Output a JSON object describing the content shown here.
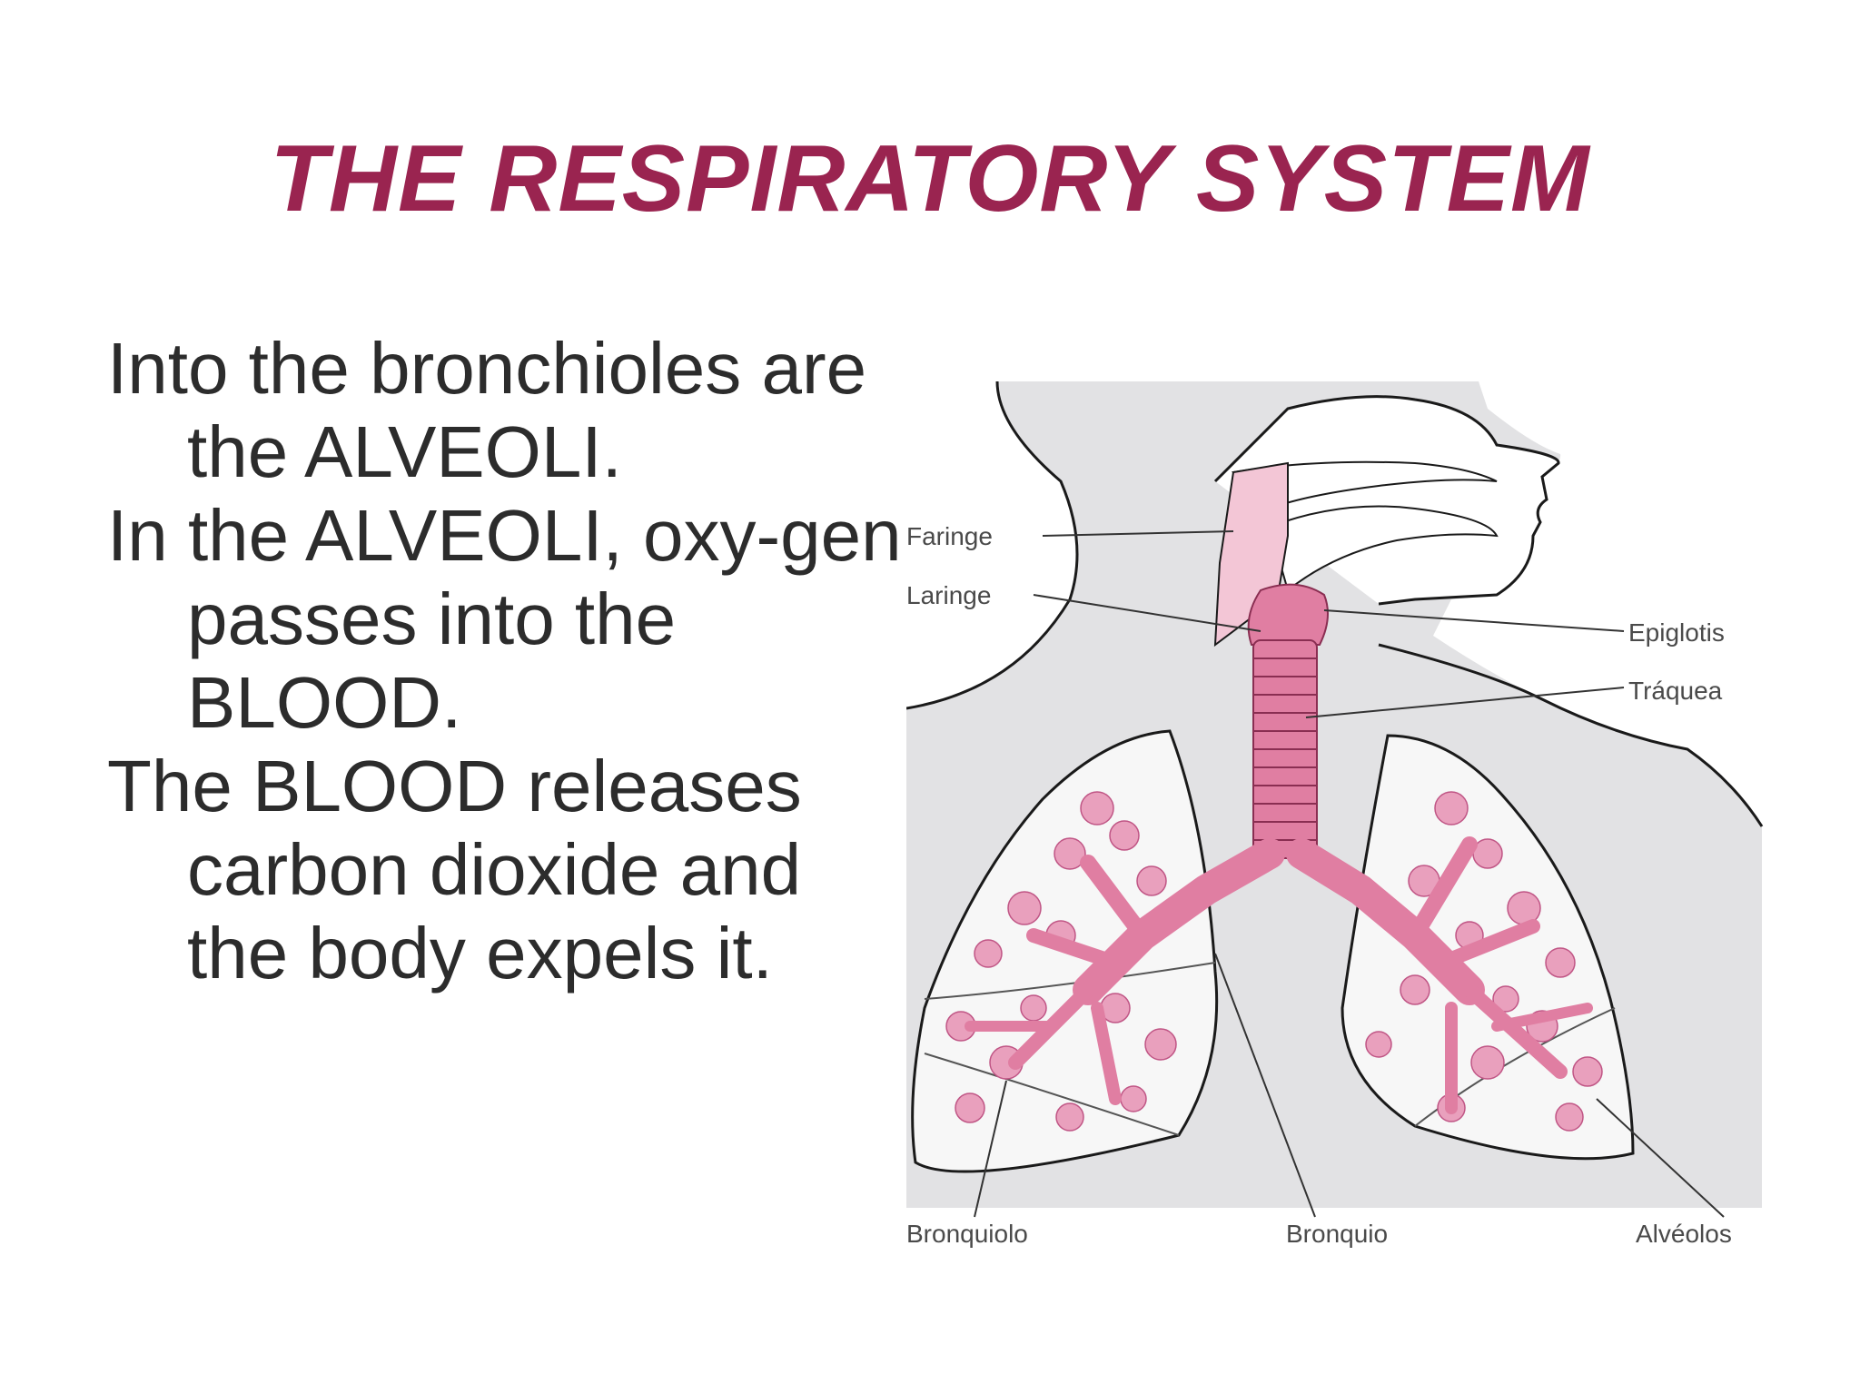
{
  "slide": {
    "title": "THE RESPIRATORY SYSTEM",
    "bullets": [
      "Into the bronchioles are the ALVEOLI.",
      "In the ALVEOLI, oxy-gen passes into the BLOOD.",
      "The BLOOD releases carbon dioxide  and the body expels it."
    ]
  },
  "diagram": {
    "labels": {
      "faringe": "Faringe",
      "laringe": "Laringe",
      "epiglotis": "Epiglotis",
      "traquea": "Tráquea",
      "bronquiolo": "Bronquiolo",
      "bronquio": "Bronquio",
      "alveolos": "Alvéolos"
    },
    "colors": {
      "title": "#9a2450",
      "airway": "#e07ea2",
      "airway_dark": "#b85580",
      "lung_fill": "#f7f7f7",
      "background_body": "#e2e2e4",
      "pharynx": "#f3c6d6"
    }
  }
}
